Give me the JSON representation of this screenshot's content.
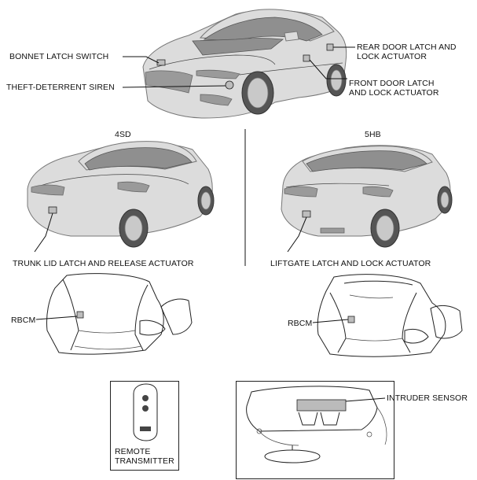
{
  "labels": {
    "bonnet_latch_switch": "BONNET LATCH SWITCH",
    "theft_deterrent_siren": "THEFT-DETERRENT SIREN",
    "rear_door_latch_line1": "REAR DOOR LATCH AND",
    "rear_door_latch_line2": "LOCK ACTUATOR",
    "front_door_latch_line1": "FRONT DOOR LATCH",
    "front_door_latch_line2": "AND LOCK ACTUATOR",
    "variant_4sd": "4SD",
    "variant_5hb": "5HB",
    "trunk_lid_latch": "TRUNK LID LATCH AND RELEASE ACTUATOR",
    "liftgate_latch": "LIFTGATE LATCH AND LOCK ACTUATOR",
    "rbcm_left": "RBCM",
    "rbcm_right": "RBCM",
    "remote_transmitter_line1": "REMOTE",
    "remote_transmitter_line2": "TRANSMITTER",
    "intruder_sensor": "INTRUDER SENSOR"
  }
}
